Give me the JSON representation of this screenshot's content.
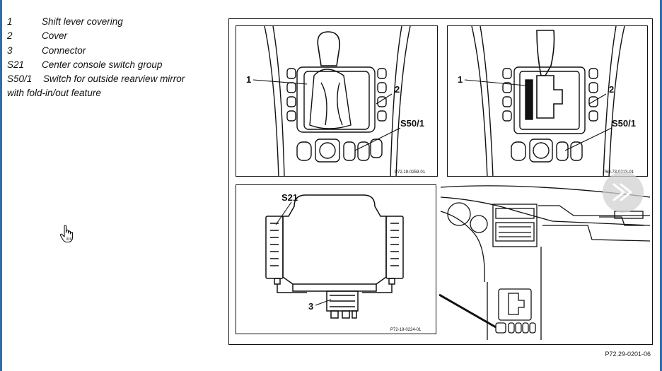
{
  "legend": [
    {
      "key": "1",
      "text": "Shift lever covering"
    },
    {
      "key": "2",
      "text": "Cover"
    },
    {
      "key": "3",
      "text": "Connector"
    },
    {
      "key": "S21",
      "text": "Center console switch group"
    },
    {
      "key": "S50/1",
      "text": "Switch for outside rearview mirror"
    }
  ],
  "legend_continuation": "with fold-in/out feature",
  "panels": {
    "top_left": {
      "label_1": "1",
      "label_2": "2",
      "label_s50": "S50/1",
      "code": "P72.19-0259-01"
    },
    "top_right": {
      "label_1": "1",
      "label_2": "2",
      "label_s50": "S50/1",
      "code": "P68.73-0213-01"
    },
    "bottom_left": {
      "label_s21": "S21",
      "label_3": "3",
      "code": "P72-19-0224-01"
    }
  },
  "figure_code": "P72.29-0201-06",
  "icons": {
    "cursor": "hand-pointer-icon",
    "nav": "chevron-next-icon"
  },
  "colors": {
    "edge": "#2f6fa8",
    "ink": "#111111"
  }
}
